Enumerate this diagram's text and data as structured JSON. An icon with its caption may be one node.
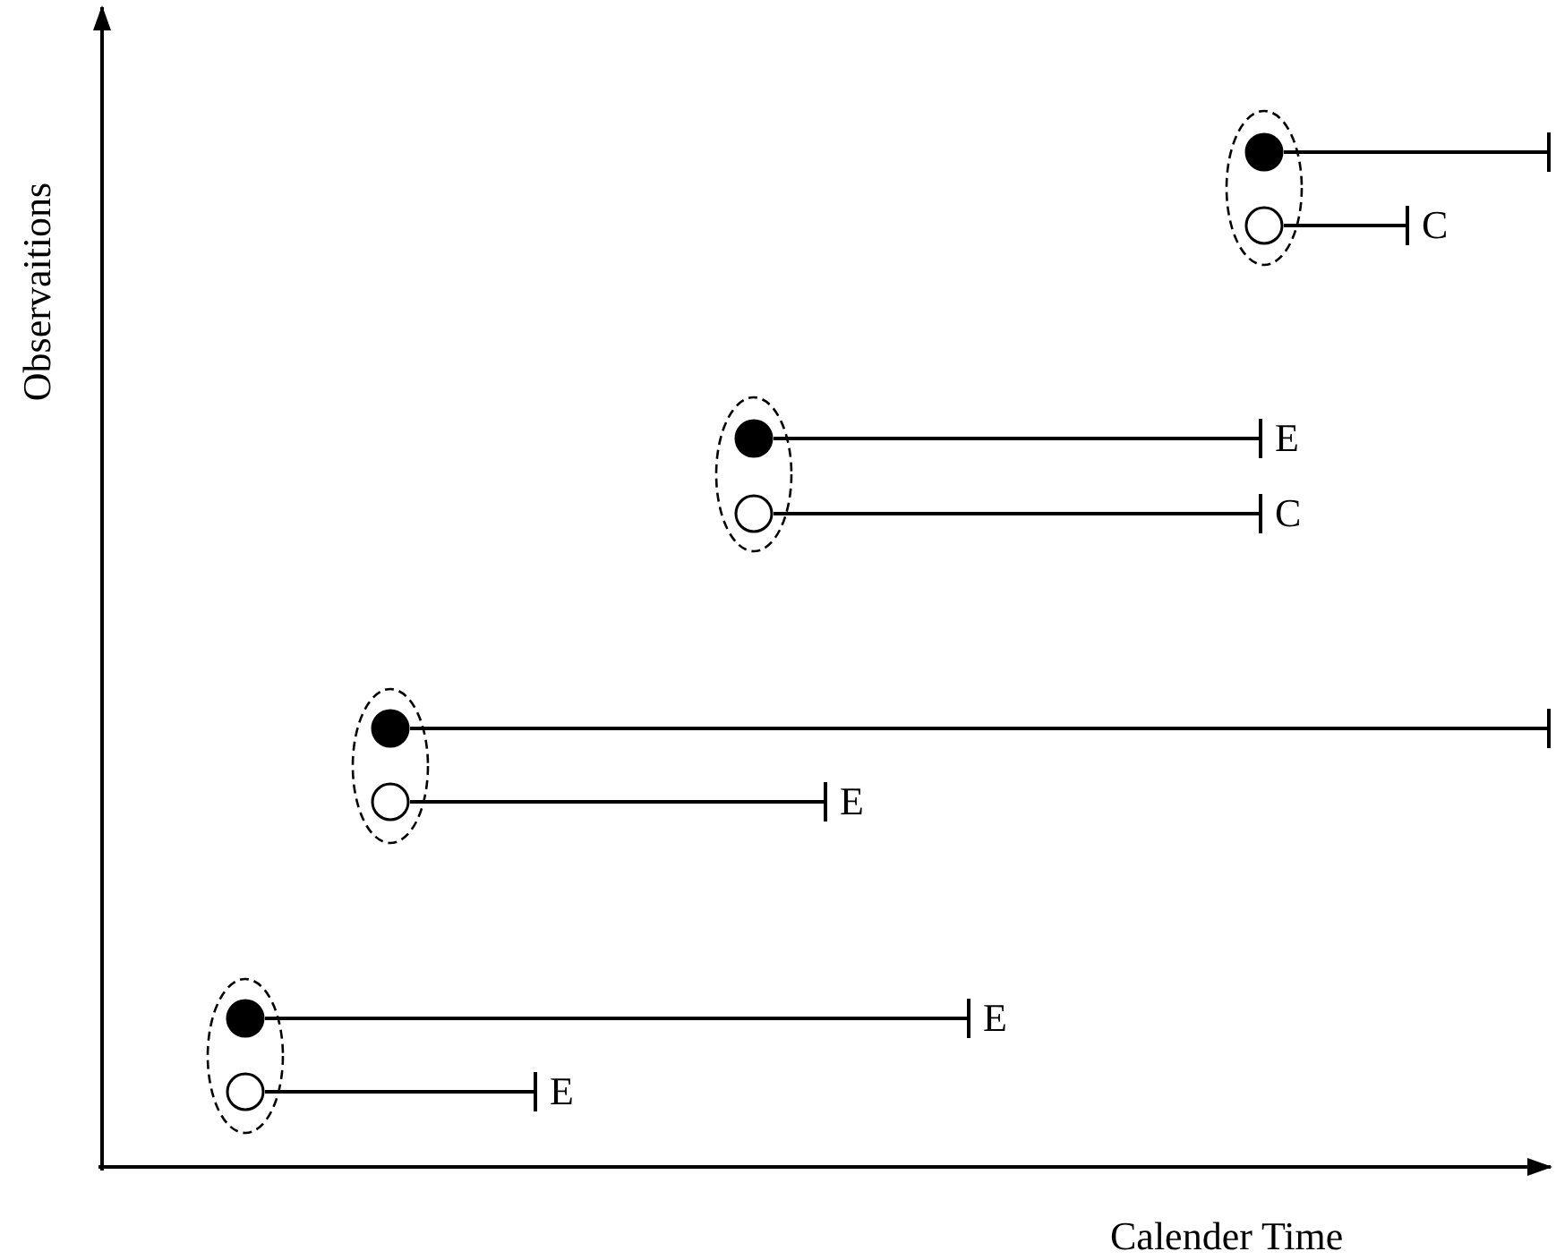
{
  "diagram": {
    "nodes": [
      {
        "text": [],
        "shape": "ellipse"
      },
      {
        "text": [],
        "shape": "dot",
        "in": 0
      },
      {
        "text": [],
        "shape": "circle",
        "in": 0
      },
      {
        "text": [
          "C"
        ]
      },
      {
        "text": [],
        "shape": "ellipse"
      },
      {
        "text": [],
        "shape": "dot",
        "in": 4
      },
      {
        "text": [],
        "shape": "circle",
        "in": 4
      },
      {
        "text": [
          "E"
        ]
      },
      {
        "text": [
          "C"
        ]
      },
      {
        "text": [],
        "shape": "ellipse"
      },
      {
        "text": [],
        "shape": "dot",
        "in": 9
      },
      {
        "text": [],
        "shape": "circle",
        "in": 9
      },
      {
        "text": [
          "E"
        ]
      },
      {
        "text": [],
        "shape": "ellipse"
      },
      {
        "text": [],
        "shape": "dot",
        "in": 13
      },
      {
        "text": [],
        "shape": "circle",
        "in": 13
      },
      {
        "text": [
          "E"
        ]
      },
      {
        "text": [
          "E"
        ]
      }
    ],
    "edges": [
      {
        "from": 1,
        "to": null,
        "arrow": "other"
      },
      {
        "from": 2,
        "to": 3,
        "arrow": "other"
      },
      {
        "from": 5,
        "to": 7,
        "arrow": "other"
      },
      {
        "from": 6,
        "to": 8,
        "arrow": "other"
      },
      {
        "from": 10,
        "to": null,
        "arrow": "other"
      },
      {
        "from": 11,
        "to": 12,
        "arrow": "other"
      },
      {
        "from": 14,
        "to": 16,
        "arrow": "other"
      },
      {
        "from": 15,
        "to": 17,
        "arrow": "other"
      }
    ],
    "labels": [
      "Observaitions",
      "Calender Time"
    ]
  }
}
